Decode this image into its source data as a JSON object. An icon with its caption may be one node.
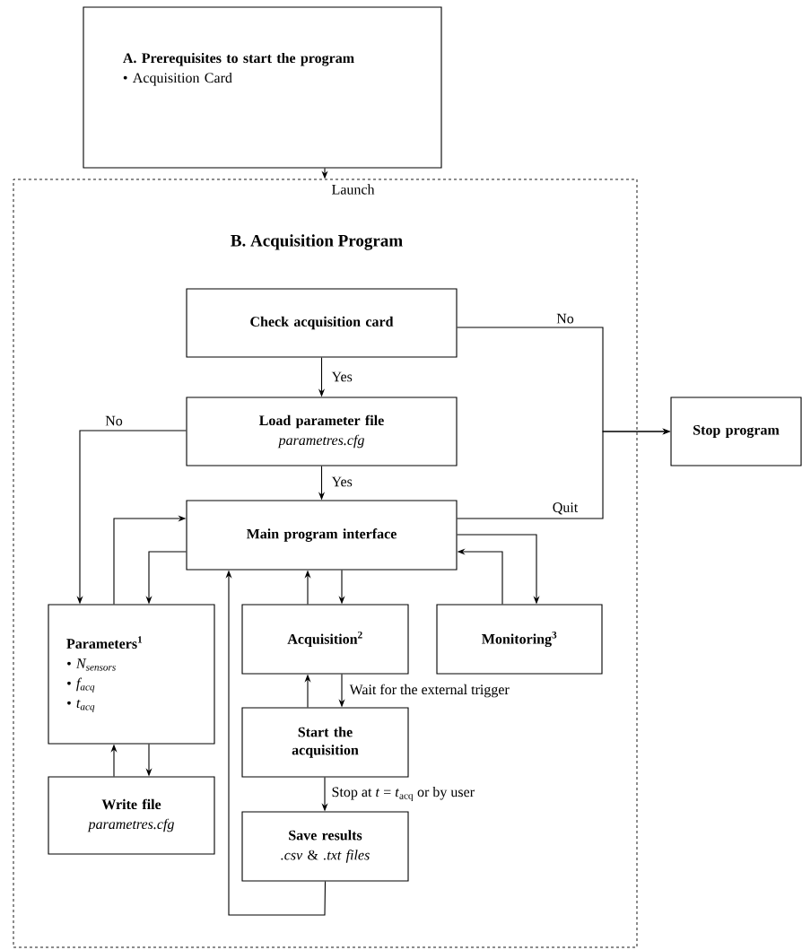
{
  "diagram": {
    "nodes": [
      {
        "text": [
          "A. Prerequisites to start the program",
          "• Acquisition Card"
        ]
      },
      {
        "text": [
          "B. Acquisition Program"
        ]
      },
      {
        "text": [
          "Check acquisition card"
        ],
        "in": 1
      },
      {
        "text": [
          "Load parameter file",
          "parametres.cfg"
        ],
        "in": 1
      },
      {
        "text": [
          "Main program interface"
        ],
        "in": 1
      },
      {
        "text": [
          "Parameters$^{1}$",
          "• N$_{sensors}$",
          "• f$_{acq}$",
          "• t$_{acq}$"
        ],
        "in": 1
      },
      {
        "text": [
          "Acquisition$^{2}$"
        ],
        "in": 1
      },
      {
        "text": [
          "Monitoring$^{3}$"
        ],
        "in": 1
      },
      {
        "text": [
          "Start the acquisition"
        ],
        "in": 1
      },
      {
        "text": [
          "Write file",
          "parametres.cfg"
        ],
        "in": 1
      },
      {
        "text": [
          "Save results",
          "*.csv* & *.txt files*"
        ],
        "in": 1
      },
      {
        "text": [
          "Stop program"
        ]
      }
    ],
    "edges": [
      {
        "from": 0,
        "to": 1,
        "arrow": "to",
        "label": "Launch"
      },
      {
        "from": 2,
        "to": 3,
        "arrow": "to",
        "label": "Yes"
      },
      {
        "from": 3,
        "to": 4,
        "arrow": "to",
        "label": "Yes"
      },
      {
        "from": 2,
        "to": 11,
        "arrow": "to",
        "label": "No"
      },
      {
        "from": 4,
        "to": 11,
        "arrow": "to",
        "label": "Quit"
      },
      {
        "from": 3,
        "to": 5,
        "arrow": "to",
        "label": "No"
      },
      {
        "from": 5,
        "to": 4,
        "arrow": "to"
      },
      {
        "from": 4,
        "to": 5,
        "arrow": "to"
      },
      {
        "from": 6,
        "to": 4,
        "arrow": "to"
      },
      {
        "from": 4,
        "to": 6,
        "arrow": "to"
      },
      {
        "from": 4,
        "to": 7,
        "arrow": "to"
      },
      {
        "from": 7,
        "to": 4,
        "arrow": "to"
      },
      {
        "from": 6,
        "to": 8,
        "arrow": "to",
        "label": "Wait for the external trigger"
      },
      {
        "from": 8,
        "to": 6,
        "arrow": "to"
      },
      {
        "from": 8,
        "to": 10,
        "arrow": "to",
        "label": "Stop at *t* = *t*$_{acq}$ or by user"
      },
      {
        "from": 10,
        "to": 4,
        "arrow": "to"
      },
      {
        "from": 5,
        "to": 9,
        "arrow": "to"
      },
      {
        "from": 9,
        "to": 5,
        "arrow": "to"
      }
    ]
  }
}
